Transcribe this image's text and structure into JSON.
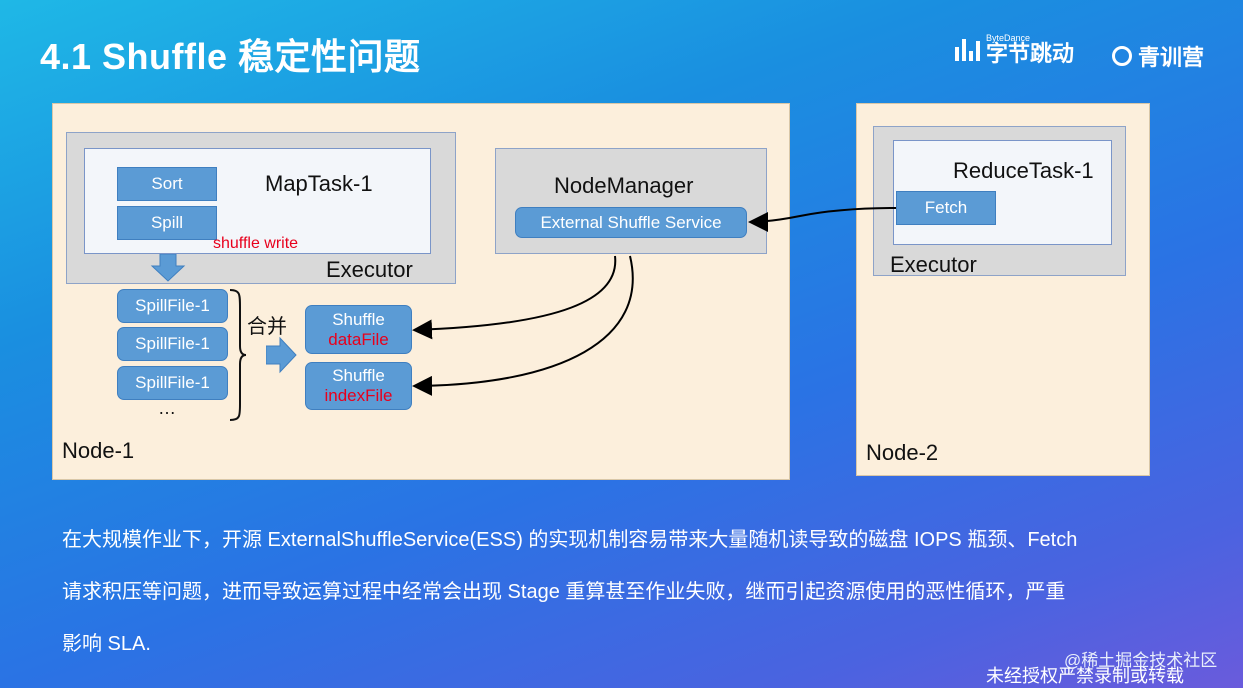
{
  "header": {
    "title": "4.1 Shuffle 稳定性问题",
    "logo_bytedance_en": "ByteDance",
    "logo_bytedance_cn": "字节跳动",
    "logo_camp": "青训营"
  },
  "node1": {
    "label": "Node-1",
    "executor_label": "Executor",
    "maptask_label": "MapTask-1",
    "sort_label": "Sort",
    "spill_label": "Spill",
    "shuffle_write_label": "shuffle write",
    "spillfiles": [
      "SpillFile-1",
      "SpillFile-1",
      "SpillFile-1"
    ],
    "ellipsis": "…",
    "merge_label": "合并",
    "shuffle_data_top": "Shuffle",
    "shuffle_data_bottom": "dataFile",
    "shuffle_index_top": "Shuffle",
    "shuffle_index_bottom": "indexFile",
    "nodemanager_label": "NodeManager",
    "ess_label": "External Shuffle Service"
  },
  "node2": {
    "label": "Node-2",
    "executor_label": "Executor",
    "reducetask_label": "ReduceTask-1",
    "fetch_label": "Fetch"
  },
  "body": {
    "line1": "在大规模作业下，开源 ExternalShuffleService(ESS) 的实现机制容易带来大量随机读导致的磁盘 IOPS 瓶颈、Fetch",
    "line2": "请求积压等问题，进而导致运算过程中经常会出现 Stage 重算甚至作业失败，继而引起资源使用的恶性循环，严重",
    "line3": "影响 SLA."
  },
  "footer": {
    "watermark": "@稀土掘金技术社区",
    "notice": "未经授权严禁录制或转载"
  }
}
